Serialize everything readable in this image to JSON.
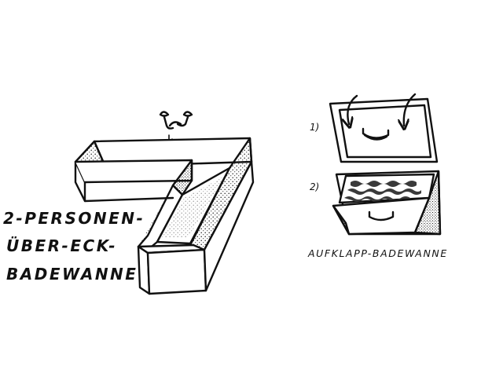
{
  "sketch_left": {
    "label_lines": [
      "2-PERSONEN-",
      "ÜBER-ECK-",
      "BADEWANNE"
    ]
  },
  "sketch_right": {
    "step_labels": [
      "1)",
      "2)"
    ],
    "caption": "AUFKLAPP-BADEWANNE"
  },
  "colors": {
    "ink": "#111111",
    "paper": "#ffffff",
    "water": "#3a3a3a"
  }
}
